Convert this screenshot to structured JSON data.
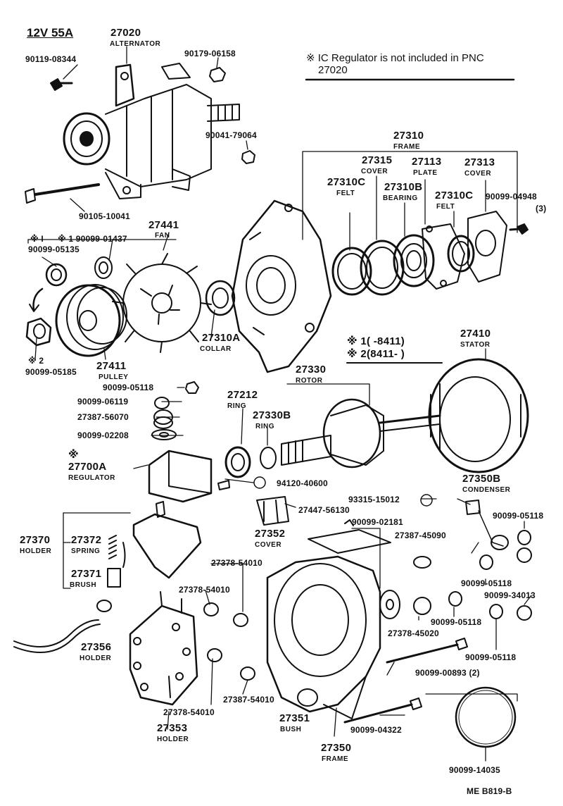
{
  "header": {
    "spec": "12V 55A",
    "note_line1": "※ IC Regulator is not included in PNC",
    "note_line2": "27020"
  },
  "footer": {
    "code": "ME  B819-B"
  },
  "parts": {
    "alternator": {
      "num": "27020",
      "name": "ALTERNATOR"
    },
    "bolt_08344": "90119-08344",
    "nut_06158": "90179-06158",
    "nut_79064": "90041-79064",
    "bolt_10041": "90105-10041",
    "frame_27310": {
      "num": "27310",
      "name": "FRAME"
    },
    "cover_27315": {
      "num": "27315",
      "name": "COVER"
    },
    "plate_27113": {
      "num": "27113",
      "name": "PLATE"
    },
    "cover_27313": {
      "num": "27313",
      "name": "COVER"
    },
    "felt_27310c_a": {
      "num": "27310C",
      "name": "FELT"
    },
    "bearing_27310b": {
      "num": "27310B",
      "name": "BEARING"
    },
    "felt_27310c_b": {
      "num": "27310C",
      "name": "FELT"
    },
    "screw_04948": {
      "num": "90099-04948",
      "qty": "(3)"
    },
    "fan": {
      "num": "27441",
      "name": "FAN"
    },
    "mark_1a": "※ I",
    "washer_01437": "※ 1 90099-01437",
    "nut_05135": "90099-05135",
    "mark_2": "※ 2",
    "nut_05185": "90099-05185",
    "pulley": {
      "num": "27411",
      "name": "PULLEY"
    },
    "collar": {
      "num": "27310A",
      "name": "COLLAR"
    },
    "stator": {
      "num": "27410",
      "name": "STATOR"
    },
    "range_1": "※ 1(        -8411)",
    "range_2": "※ 2(8411-        )",
    "rotor": {
      "num": "27330",
      "name": "ROTOR"
    },
    "ring_27212": {
      "num": "27212",
      "name": "RING"
    },
    "ring_27330b": {
      "num": "27330B",
      "name": "RING"
    },
    "nut_05118_a": "90099-05118",
    "nut_06119": "90099-06119",
    "ins_56070": "27387-56070",
    "washer_02208": "90099-02208",
    "regulator": {
      "mark": "※",
      "num": "27700A",
      "name": "REGULATOR"
    },
    "screw_40600": "94120-40600",
    "condenser": {
      "num": "27350B",
      "name": "CONDENSER"
    },
    "screw_15012": "93315-15012",
    "nut_05118_b": "90099-05118",
    "term_56130": "27447-56130",
    "washer_02181": "90099-02181",
    "cover_27352": {
      "num": "27352",
      "name": "COVER"
    },
    "ins_45090": "27387-45090",
    "holder_27370": {
      "num": "27370",
      "name": "HOLDER"
    },
    "spring_27372": {
      "num": "27372",
      "name": "SPRING"
    },
    "brush_27371": {
      "num": "27371",
      "name": "BRUSH"
    },
    "ins_54010_a": "27378-54010",
    "ins_54010_b": "27378-54010",
    "nut_05118_c": "90099-05118",
    "nut_34013": "90099-34013",
    "ins_45020": "27378-45020",
    "nut_05118_d": "90099-05118",
    "nut_05118_e": "90099-05118",
    "holder_27356": {
      "num": "27356",
      "name": "HOLDER"
    },
    "bolt_00893": "90099-00893 (2)",
    "ins_54010_c": "27387-54010",
    "ins_54010_d": "27378-54010",
    "bush_27351": {
      "num": "27351",
      "name": "BUSH"
    },
    "bolt_04322": "90099-04322",
    "holder_27353": {
      "num": "27353",
      "name": "HOLDER"
    },
    "frame_27350": {
      "num": "27350",
      "name": "FRAME"
    },
    "oring_14035": "90099-14035"
  }
}
